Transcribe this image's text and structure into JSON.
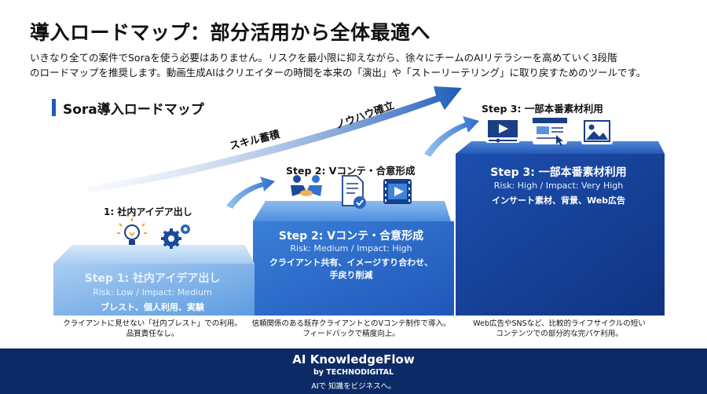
{
  "page": {
    "title": "導入ロードマップ：部分活用から全体最適へ",
    "description_lines": [
      "いきなり全ての案件でSoraを使う必要はありません。リスクを最小限に抑えながら、徐々にチームのAIリテラシーを高めていく3段階",
      "のロードマップを推奨します。動画生成AIはクリエイターの時間を本来の「演出」や「ストーリーテリング」に取り戻すためのツールです。"
    ]
  },
  "section": {
    "title": "Sora導入ロードマップ"
  },
  "arrows": {
    "skill_label": "スキル蓄積",
    "knowhow_label": "ノウハウ確立"
  },
  "steps": [
    {
      "above_label": "1: 社内アイデア出し",
      "name": "Step 1: 社内アイデア出し",
      "risk": "Risk: Low / Impact: Medium",
      "details": [
        "ブレスト、個人利用、実験"
      ],
      "note_lines": [
        "クライアントに見せない「社内ブレスト」での利用。",
        "品質責任なし。"
      ],
      "icons": [
        "lightbulb-icon",
        "gears-icon"
      ]
    },
    {
      "above_label": "Step 2: Vコンテ・合意形成",
      "name": "Step 2: Vコンテ・合意形成",
      "risk": "Risk: Medium / Impact: High",
      "details": [
        "クライアント共有、イメージすり合わせ、",
        "手戻り削減"
      ],
      "note_lines": [
        "信頼関係のある既存クライアントとのVコンテ制作で導入。",
        "フィードバックで精度向上。"
      ],
      "icons": [
        "handshake-icon",
        "document-check-icon",
        "video-film-icon"
      ]
    },
    {
      "above_label": "Step 3: 一部本番素材利用",
      "name": "Step 3: 一部本番素材利用",
      "risk": "Risk: High / Impact: Very High",
      "details": [
        "インサート素材、背景、Web広告"
      ],
      "note_lines": [
        "Web広告やSNSなど、比較的ライフサイクルの短い",
        "コンテンツでの部分的な完パケ利用。"
      ],
      "icons": [
        "video-player-icon",
        "web-browser-icon",
        "image-icon"
      ]
    }
  ],
  "footer": {
    "brand": "AI KnowledgeFlow",
    "by_line": "by TECHNODIGITAL",
    "tagline": "AIで 知識をビジネスへ。"
  },
  "colors": {
    "step1": "#7fb4ea",
    "step2": "#2f6fd0",
    "step3": "#163f9a",
    "accent": "#1e5bb8",
    "footer": "#0c2a66"
  }
}
